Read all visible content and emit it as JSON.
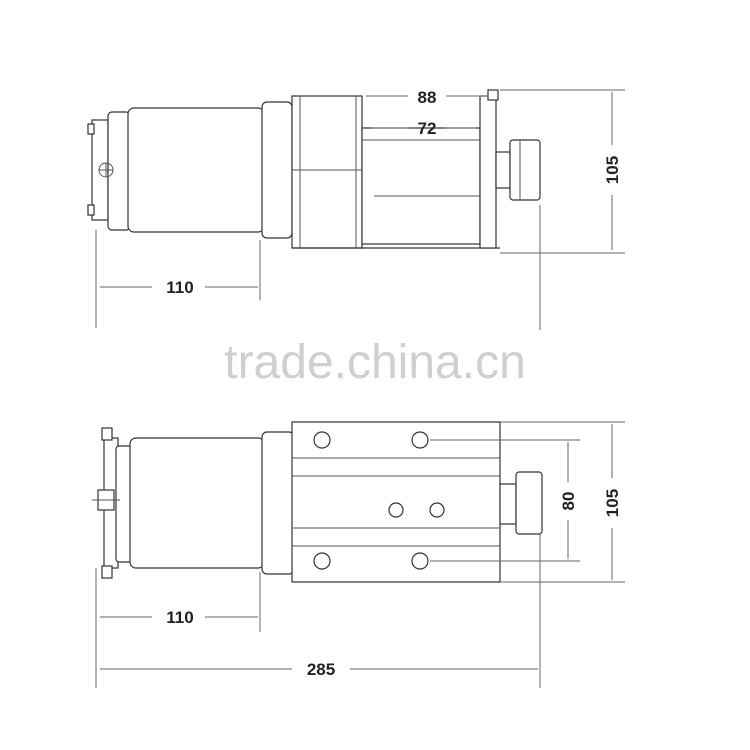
{
  "watermark": "trade.china.cn",
  "top_view": {
    "dims": {
      "overall_width": "88",
      "drum_width": "72",
      "height": "105",
      "motor_length": "110"
    }
  },
  "bottom_view": {
    "dims": {
      "bolt_spacing": "80",
      "height": "105",
      "motor_length": "110",
      "total_length": "285"
    }
  },
  "colors": {
    "line": "#333333",
    "watermark": "#cfcfcf"
  }
}
